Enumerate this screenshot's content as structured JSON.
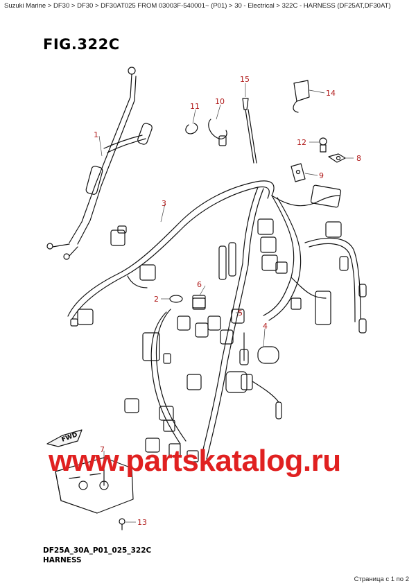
{
  "breadcrumb": "Suzuki Marine > DF30 > DF30 > DF30AT025 FROM 03003F-540001~ (P01) > 30 - Electrical > 322C - HARNESS (DF25AT,DF30AT)",
  "figure": {
    "title": "FIG.322C",
    "reference": "DF25A_30A_P01_025_322C",
    "caption": "HARNESS",
    "fwd_label": "FWD"
  },
  "callouts": [
    "1",
    "2",
    "3",
    "4",
    "5",
    "6",
    "7",
    "8",
    "9",
    "10",
    "11",
    "12",
    "13",
    "14",
    "15"
  ],
  "watermark": "www.partskatalog.ru",
  "pager": "Страница с 1 по 2",
  "colors": {
    "callout": "#b01818",
    "watermark": "#e02020",
    "line": "#111111"
  }
}
